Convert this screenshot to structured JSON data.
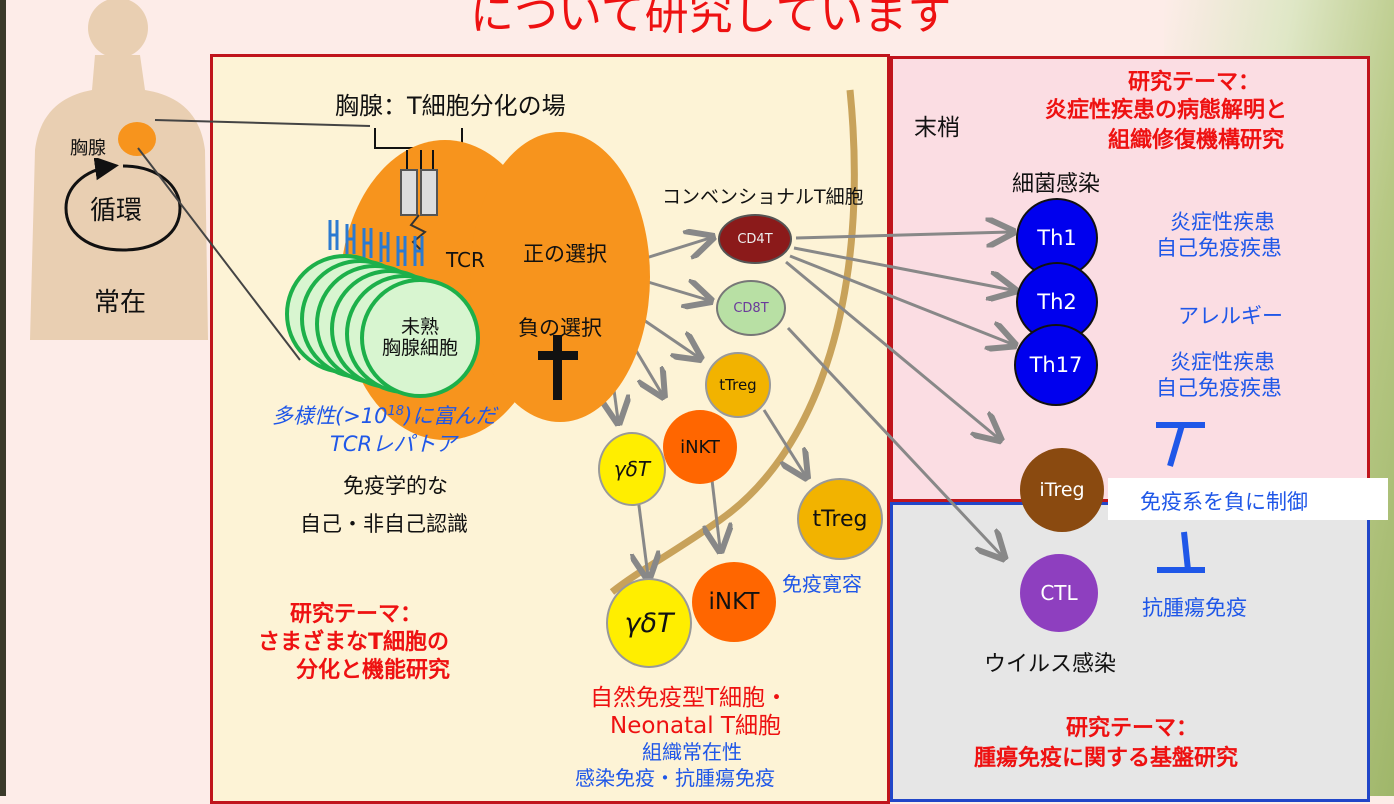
{
  "title_fragment": "について研究しています",
  "body": {
    "thymus_label": "胸腺",
    "circulation": "循環",
    "resident": "常在"
  },
  "thymus_panel": {
    "heading": "胸腺：T細胞分化の場",
    "tcr": "TCR",
    "positive_selection": "正の選択",
    "negative_selection": "負の選択",
    "immature_cell": "未熟\n胸腺細胞",
    "repertoire_line1": "多様性(>10",
    "repertoire_sup": "18",
    "repertoire_line1_end": ")に富んだ",
    "repertoire_line2": "TCRレパトア",
    "self_nonself_1": "免疫学的な",
    "self_nonself_2": "自己・非自己認識",
    "conventional": "コンベンショナルT細胞",
    "theme_title": "研究テーマ：",
    "theme_line1": "さまざまなT細胞の",
    "theme_line2": "分化と機能研究",
    "innate_1": "自然免疫型T細胞・",
    "innate_2": "Neonatal T細胞",
    "resident_1": "組織常在性",
    "resident_2": "感染免疫・抗腫瘍免疫",
    "tolerance": "免疫寛容"
  },
  "cells": {
    "cd4t": "CD4T",
    "cd8t": "CD8T",
    "ttreg": "tTreg",
    "inkt": "iNKT",
    "gdt": "γδT",
    "th1": "Th1",
    "th2": "Th2",
    "th17": "Th17",
    "itreg": "iTreg",
    "ctl": "CTL"
  },
  "periphery_panel": {
    "periphery": "末梢",
    "theme_title": "研究テーマ：",
    "theme_line1": "炎症性疾患の病態解明と",
    "theme_line2": "組織修復機構研究",
    "bacterial": "細菌感染",
    "disease1_a": "炎症性疾患",
    "disease1_b": "自己免疫疾患",
    "allergy": "アレルギー",
    "disease2_a": "炎症性疾患",
    "disease2_b": "自己免疫疾患",
    "negative_control": "免疫系を負に制御"
  },
  "tumor_panel": {
    "viral": "ウイルス感染",
    "antitumor": "抗腫瘍免疫",
    "theme_title": "研究テーマ：",
    "theme_line1": "腫瘍免疫に関する基盤研究"
  },
  "colors": {
    "thymus_orange": "#f7941d",
    "red_frame": "#c0141c",
    "blue_frame": "#2146c8",
    "blue_cell": "#0000ee",
    "cd4t": "#8b1a1a",
    "cd8t": "#b8e0a4",
    "ttreg": "#f2b300",
    "inkt": "#ff6600",
    "gdt": "#ffee00",
    "itreg": "#8a4a10",
    "ctl": "#8e3fbf"
  }
}
